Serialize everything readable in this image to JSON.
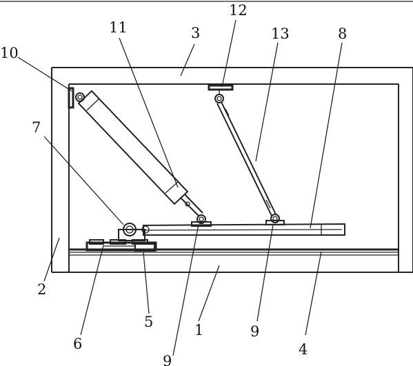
{
  "figure": {
    "labels": {
      "frame_bottom": "1",
      "frame_left": "2",
      "frame_top": "3",
      "rail": "4",
      "slider_block": "5",
      "carriage": "6",
      "hinge_mount": "7",
      "plate": "8",
      "pivot_left": "9",
      "pivot_right": "9",
      "cylinder_mount": "10",
      "cylinder": "11",
      "top_mount": "12",
      "brace_rod": "13"
    }
  }
}
